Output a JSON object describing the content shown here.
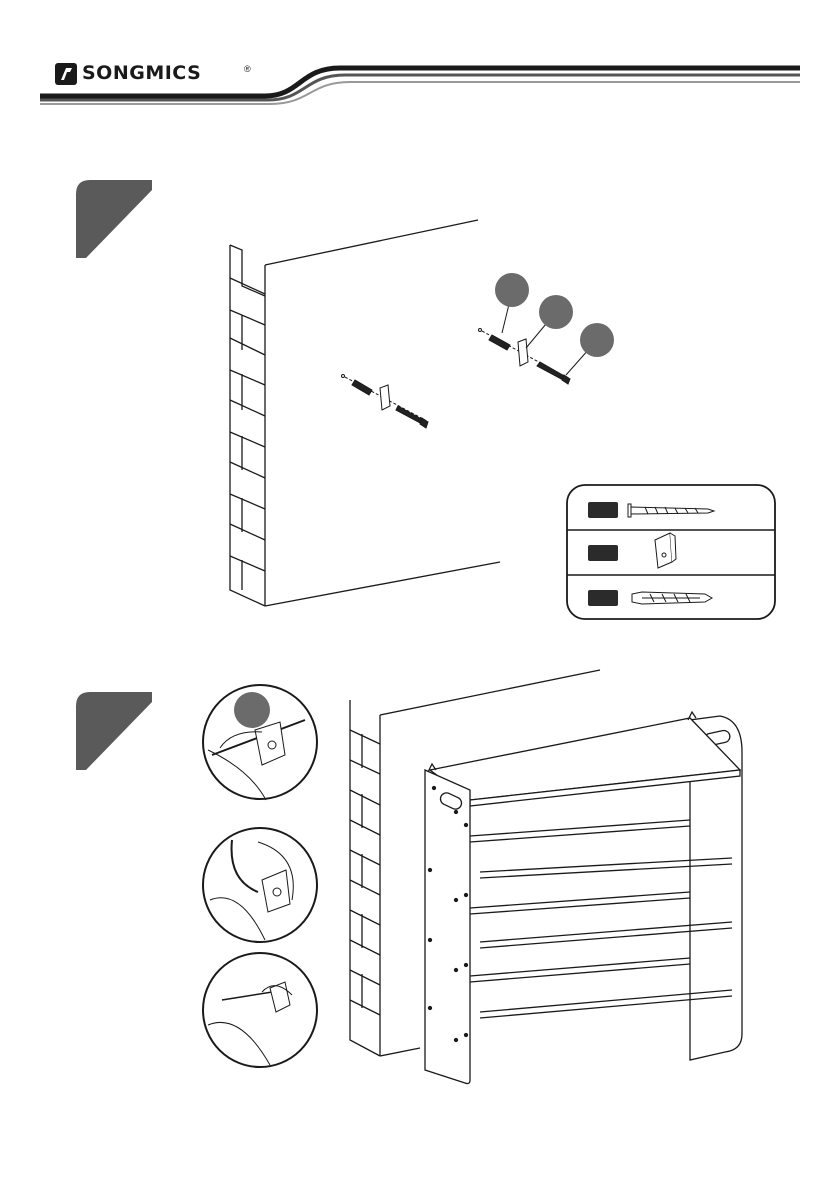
{
  "brand": {
    "name": "SONGMICS",
    "registered_mark": "®"
  },
  "steps": [
    {
      "number": "",
      "parts_legend": [
        {
          "item": "screw"
        },
        {
          "item": "wall-bracket"
        },
        {
          "item": "wall-anchor"
        }
      ]
    },
    {
      "number": ""
    }
  ],
  "footer": {
    "code": ""
  }
}
